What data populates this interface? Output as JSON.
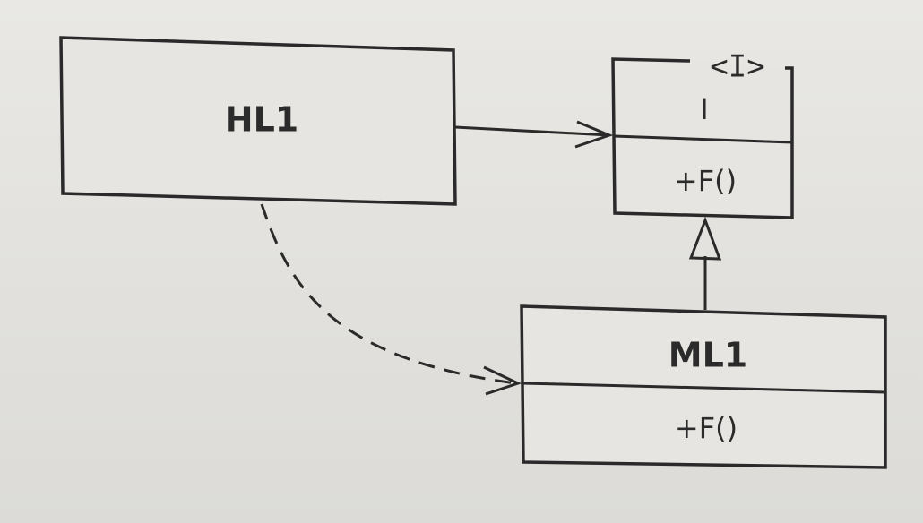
{
  "classes": {
    "hl1": {
      "name": "HL1"
    },
    "interface_i": {
      "stereotype": "<I>",
      "name": "I",
      "method": "+F()"
    },
    "ml1": {
      "name": "ML1",
      "method": "+F()"
    }
  },
  "relationships": [
    {
      "from": "HL1",
      "to": "I",
      "kind": "association"
    },
    {
      "from": "ML1",
      "to": "I",
      "kind": "realization"
    },
    {
      "from": "HL1",
      "to": "ML1",
      "kind": "dependency"
    }
  ]
}
